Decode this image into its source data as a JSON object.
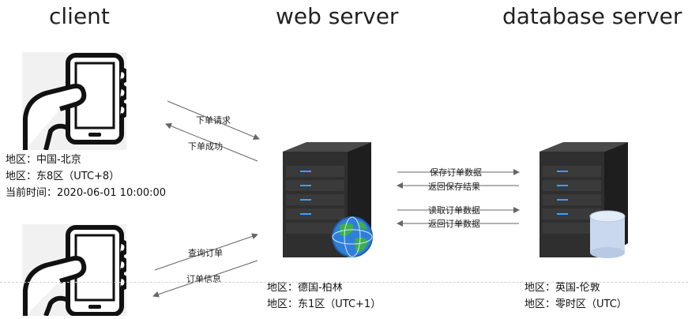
{
  "headings": {
    "client": "client",
    "web_server": "web server",
    "database_server": "database server"
  },
  "client_info": {
    "region": "地区：中国-北京",
    "timezone": "地区：东8区（UTC+8）",
    "current_time": "当前时间：2020-06-01 10:00:00"
  },
  "web_server_info": {
    "region": "地区：德国-柏林",
    "timezone": "地区：东1区（UTC+1）"
  },
  "db_server_info": {
    "region": "地区：英国-伦敦",
    "timezone": "地区：零时区（UTC）"
  },
  "arrows": {
    "place_order_request": "下单请求",
    "place_order_success": "下单成功",
    "query_order": "查询订单",
    "order_info": "订单信息",
    "save_order_data": "保存订单数据",
    "return_save_result": "返回保存结果",
    "read_order_data": "读取订单数据",
    "return_order_data": "返回订单数据"
  },
  "icons": {
    "phone_top": "hand-phone-icon",
    "phone_bottom": "hand-phone-icon",
    "web_server": "server-globe-icon",
    "db_server": "server-database-icon"
  },
  "colors": {
    "server_body": "#2b2b2b",
    "server_led": "#3aa0ff",
    "globe_blue": "#2f7fd8",
    "globe_green": "#3db04a",
    "cylinder": "#c9d8ee",
    "arrow": "#666666"
  }
}
